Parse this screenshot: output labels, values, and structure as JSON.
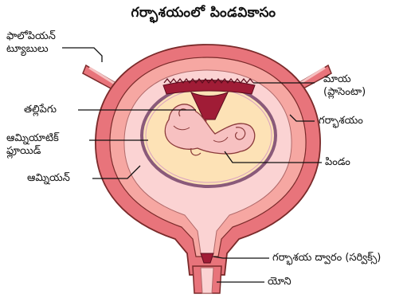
{
  "title": "గర్భాశయంలో పిండవికాసం",
  "labels": {
    "fallopian_tubes": [
      "ఫాలోపియన్",
      "ట్యూబులు"
    ],
    "umbilical_cord": "తల్లిపేగు",
    "amniotic_fluid": [
      "ఆమ్నియాటిక్",
      "ఫ్లూయిడ్"
    ],
    "amnion": "ఆమ్నియన్",
    "placenta": [
      "మాయ",
      "(ప్లాసెంటా)"
    ],
    "uterus": "గర్భాశయం",
    "embryo": "పిండం",
    "cervix": "గర్భాశయ ద్వారం (సర్విక్స్)",
    "vagina": "యోని"
  },
  "colors": {
    "outer_wall": "#e8747b",
    "wall_stroke": "#7a2a2a",
    "inner_layer": "#f6a7a2",
    "cavity": "#fbd3d3",
    "amniotic_fluid": "#fde2b6",
    "placenta": "#a01c36",
    "embryo": "#f7c1c1",
    "amnion_membrane": "#8a5a7a"
  }
}
